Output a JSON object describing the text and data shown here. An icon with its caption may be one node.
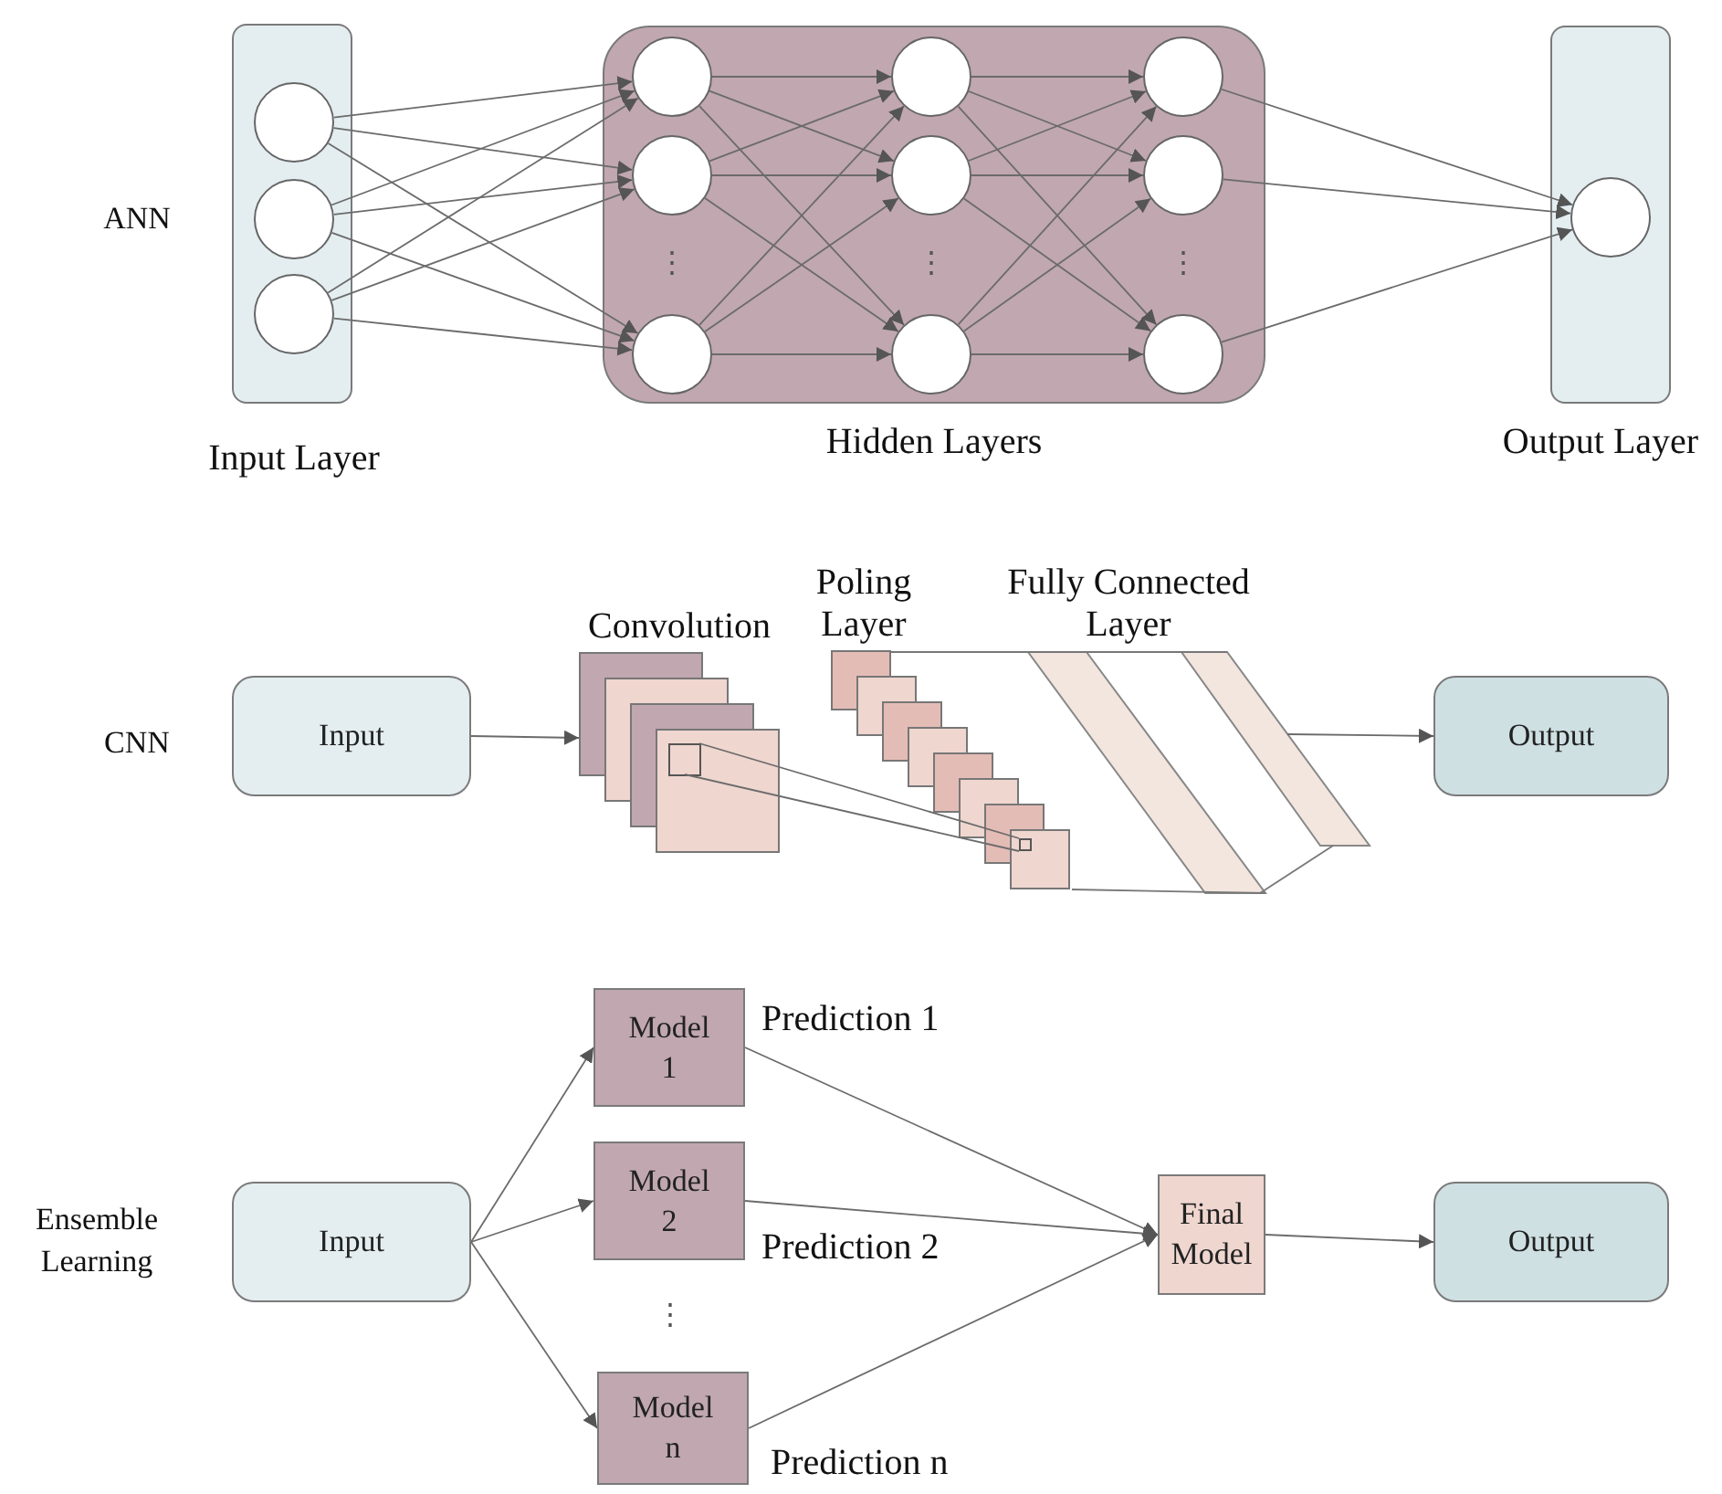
{
  "diagram": {
    "nodes": [
      {
        "text": [
          "Input Layer"
        ]
      },
      {
        "text": [],
        "shape": "circle",
        "in": 0
      },
      {
        "text": [],
        "shape": "circle",
        "in": 0
      },
      {
        "text": [],
        "shape": "circle",
        "in": 0
      },
      {
        "text": [
          "Hidden Layers"
        ]
      },
      {
        "text": [],
        "shape": "circle",
        "in": 4
      },
      {
        "text": [],
        "shape": "circle",
        "in": 4
      },
      {
        "text": [],
        "shape": "circle",
        "in": 4
      },
      {
        "text": [],
        "shape": "circle",
        "in": 4
      },
      {
        "text": [],
        "shape": "circle",
        "in": 4
      },
      {
        "text": [],
        "shape": "circle",
        "in": 4
      },
      {
        "text": [],
        "shape": "circle",
        "in": 4
      },
      {
        "text": [],
        "shape": "circle",
        "in": 4
      },
      {
        "text": [],
        "shape": "circle",
        "in": 4
      },
      {
        "text": [
          "Output Layer"
        ]
      },
      {
        "text": [],
        "shape": "circle",
        "in": 14
      },
      {
        "text": [
          "Input"
        ]
      },
      {
        "text": [
          "Convolution"
        ]
      },
      {
        "text": [
          "Poling Layer"
        ]
      },
      {
        "text": [
          "Fully Connected Layer"
        ]
      },
      {
        "text": [
          "Output"
        ]
      },
      {
        "text": [
          "Input"
        ]
      },
      {
        "text": [
          "Model 1"
        ],
        "beside": [
          "Prediction 1"
        ]
      },
      {
        "text": [
          "Model 2"
        ],
        "beside": [
          "Prediction 2"
        ]
      },
      {
        "text": [
          "Model n"
        ],
        "beside": [
          "Prediction n"
        ]
      },
      {
        "text": [
          "Final Model"
        ]
      },
      {
        "text": [
          "Output"
        ]
      }
    ],
    "edges": [
      {
        "from": 1,
        "to": 5,
        "arrow": "to"
      },
      {
        "from": 1,
        "to": 6,
        "arrow": "to"
      },
      {
        "from": 1,
        "to": 7,
        "arrow": "to"
      },
      {
        "from": 2,
        "to": 5,
        "arrow": "to"
      },
      {
        "from": 2,
        "to": 6,
        "arrow": "to"
      },
      {
        "from": 2,
        "to": 7,
        "arrow": "to"
      },
      {
        "from": 3,
        "to": 5,
        "arrow": "to"
      },
      {
        "from": 3,
        "to": 6,
        "arrow": "to"
      },
      {
        "from": 3,
        "to": 7,
        "arrow": "to"
      },
      {
        "from": 5,
        "to": 8,
        "arrow": "to"
      },
      {
        "from": 5,
        "to": 9,
        "arrow": "to"
      },
      {
        "from": 5,
        "to": 10,
        "arrow": "to"
      },
      {
        "from": 6,
        "to": 8,
        "arrow": "to"
      },
      {
        "from": 6,
        "to": 9,
        "arrow": "to"
      },
      {
        "from": 6,
        "to": 10,
        "arrow": "to"
      },
      {
        "from": 7,
        "to": 8,
        "arrow": "to"
      },
      {
        "from": 7,
        "to": 9,
        "arrow": "to"
      },
      {
        "from": 7,
        "to": 10,
        "arrow": "to"
      },
      {
        "from": 8,
        "to": 11,
        "arrow": "to"
      },
      {
        "from": 8,
        "to": 12,
        "arrow": "to"
      },
      {
        "from": 8,
        "to": 13,
        "arrow": "to"
      },
      {
        "from": 9,
        "to": 11,
        "arrow": "to"
      },
      {
        "from": 9,
        "to": 12,
        "arrow": "to"
      },
      {
        "from": 9,
        "to": 13,
        "arrow": "to"
      },
      {
        "from": 10,
        "to": 11,
        "arrow": "to"
      },
      {
        "from": 10,
        "to": 12,
        "arrow": "to"
      },
      {
        "from": 10,
        "to": 13,
        "arrow": "to"
      },
      {
        "from": 11,
        "to": 15,
        "arrow": "to"
      },
      {
        "from": 12,
        "to": 15,
        "arrow": "to"
      },
      {
        "from": 13,
        "to": 15,
        "arrow": "to"
      },
      {
        "from": 16,
        "to": 17,
        "arrow": "to"
      },
      {
        "from": 19,
        "to": 20,
        "arrow": "to"
      },
      {
        "from": 21,
        "to": 22,
        "arrow": "to"
      },
      {
        "from": 21,
        "to": 23,
        "arrow": "to"
      },
      {
        "from": 21,
        "to": 24,
        "arrow": "to"
      },
      {
        "from": 22,
        "to": 25,
        "arrow": "to"
      },
      {
        "from": 23,
        "to": 25,
        "arrow": "to"
      },
      {
        "from": 24,
        "to": 25,
        "arrow": "to"
      },
      {
        "from": 25,
        "to": 26,
        "arrow": "to"
      },
      {
        "from": 17,
        "to": 18,
        "arrow": "none"
      },
      {
        "from": 17,
        "to": 18,
        "arrow": "none"
      }
    ],
    "labels": [
      "ANN",
      "⋮",
      "⋮",
      "⋮",
      "CNN",
      "Ensemble Learning",
      "⋮"
    ]
  }
}
